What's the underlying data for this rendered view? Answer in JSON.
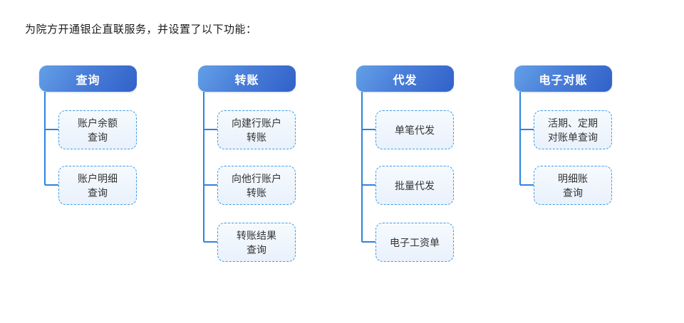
{
  "title": "为院方开通银企直联服务，并设置了以下功能：",
  "colors": {
    "header_gradient_start": "#63A0E7",
    "header_gradient_end": "#3161C9",
    "header_text": "#FFFFFF",
    "feature_box_bg": "#EDF4FC",
    "feature_box_border": "#3D9BE9",
    "connector": "#2E84DB",
    "feature_text": "#333333",
    "title_text": "#1A1A1A"
  },
  "columns": [
    {
      "title": "查询",
      "items": [
        {
          "line1": "账户余额",
          "line2": "查询"
        },
        {
          "line1": "账户明细",
          "line2": "查询"
        }
      ]
    },
    {
      "title": "转账",
      "items": [
        {
          "line1": "向建行账户",
          "line2": "转账"
        },
        {
          "line1": "向他行账户",
          "line2": "转账"
        },
        {
          "line1": "转账结果",
          "line2": "查询"
        }
      ]
    },
    {
      "title": "代发",
      "items": [
        {
          "line1": "单笔代发"
        },
        {
          "line1": "批量代发"
        },
        {
          "line1": "电子工资单"
        }
      ]
    },
    {
      "title": "电子对账",
      "items": [
        {
          "line1": "活期、定期",
          "line2": "对账单查询"
        },
        {
          "line1": "明细账",
          "line2": "查询"
        }
      ]
    }
  ]
}
